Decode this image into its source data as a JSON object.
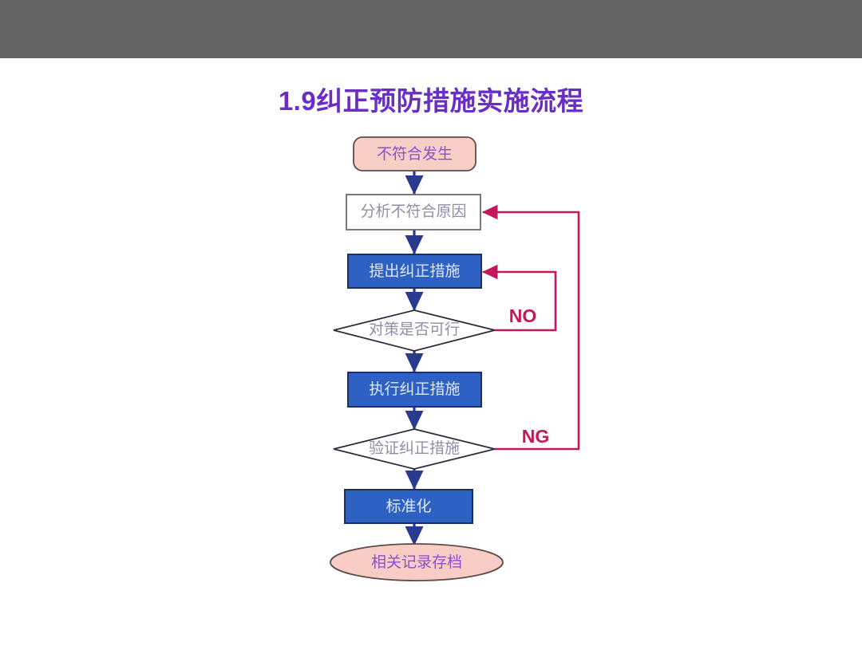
{
  "slide": {
    "title": "1.9纠正预防措施实施流程",
    "title_color": "#6a2ec7",
    "banner_color": "#636363",
    "background": "#ffffff"
  },
  "chart_data": {
    "type": "diagram",
    "title": "1.9纠正预防措施实施流程",
    "nodes": [
      {
        "id": "start",
        "label": "不符合发生",
        "shape": "rounded-rect",
        "fill": "#f8cfc6",
        "stroke": "#5f4b48",
        "text_color": "#b34fd0"
      },
      {
        "id": "analyze",
        "label": "分析不符合原因",
        "shape": "rect",
        "fill": "#ffffff",
        "stroke": "#6b6b6b",
        "text_color": "#9a93b8"
      },
      {
        "id": "propose",
        "label": "提出纠正措施",
        "shape": "rect",
        "fill": "#2d62c4",
        "stroke": "#1b2f63",
        "text_color": "#dde7f7"
      },
      {
        "id": "feasible",
        "label": "对策是否可行",
        "shape": "diamond",
        "fill": "#ffffff",
        "stroke": "#2b2b3a",
        "text_color": "#8f8fa8"
      },
      {
        "id": "execute",
        "label": "执行纠正措施",
        "shape": "rect",
        "fill": "#2d62c4",
        "stroke": "#1b2f63",
        "text_color": "#dde7f7"
      },
      {
        "id": "verify",
        "label": "验证纠正措施",
        "shape": "diamond",
        "fill": "#ffffff",
        "stroke": "#2b2b3a",
        "text_color": "#8f8fa8"
      },
      {
        "id": "standardize",
        "label": "标准化",
        "shape": "rect",
        "fill": "#2d62c4",
        "stroke": "#1b2f63",
        "text_color": "#dde7f7"
      },
      {
        "id": "archive",
        "label": "相关记录存档",
        "shape": "ellipse",
        "fill": "#f7cdc6",
        "stroke": "#5f4b48",
        "text_color": "#b34fd0"
      }
    ],
    "edges": [
      {
        "from": "start",
        "to": "analyze",
        "label": "",
        "color": "#2a3b8f"
      },
      {
        "from": "analyze",
        "to": "propose",
        "label": "",
        "color": "#2a3b8f"
      },
      {
        "from": "propose",
        "to": "feasible",
        "label": "",
        "color": "#2a3b8f"
      },
      {
        "from": "feasible",
        "to": "execute",
        "label": "",
        "color": "#2a3b8f"
      },
      {
        "from": "execute",
        "to": "verify",
        "label": "",
        "color": "#2a3b8f"
      },
      {
        "from": "verify",
        "to": "standardize",
        "label": "",
        "color": "#2a3b8f"
      },
      {
        "from": "standardize",
        "to": "archive",
        "label": "",
        "color": "#2a3b8f"
      },
      {
        "from": "feasible",
        "to": "propose",
        "label": "NO",
        "color": "#c2185b"
      },
      {
        "from": "verify",
        "to": "analyze",
        "label": "NG",
        "color": "#c2185b"
      }
    ],
    "edge_labels": {
      "no": "NO",
      "ng": "NG"
    }
  }
}
